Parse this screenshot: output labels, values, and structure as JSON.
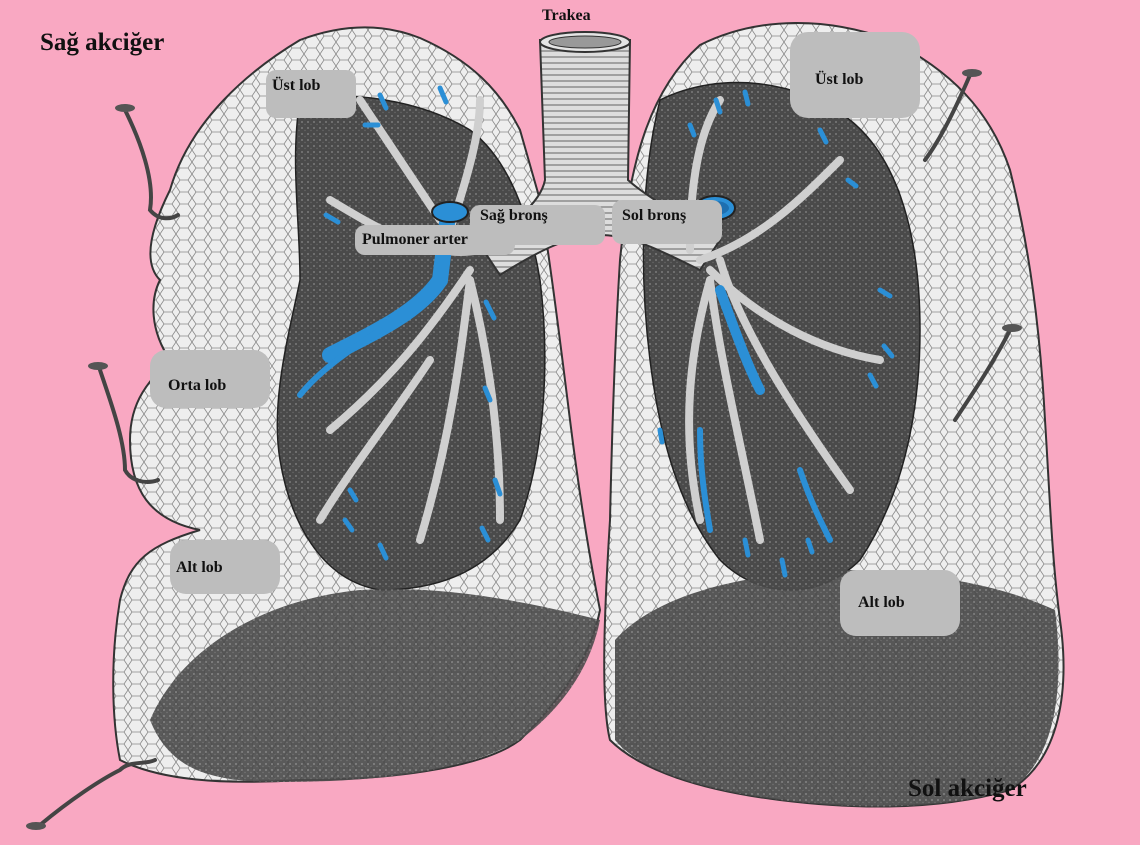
{
  "labels": {
    "right_lung": "Sağ akciğer",
    "left_lung": "Sol akciğer",
    "trachea": "Trakea",
    "right_upper_lobe": "Üst lob",
    "left_upper_lobe": "Üst lob",
    "right_bronchus": "Sağ bronş",
    "left_bronchus": "Sol bronş",
    "pulmonary_artery": "Pulmoner arter",
    "middle_lobe": "Orta lob",
    "right_lower_lobe": "Alt lob",
    "left_lower_lobe": "Alt lob"
  },
  "colors": {
    "background": "#f9a8c2",
    "artery": "#2b8fd6",
    "label_patch": "#bdbdbd",
    "lung_light": "#eeeeee",
    "lung_dark": "#3a3a3a"
  }
}
